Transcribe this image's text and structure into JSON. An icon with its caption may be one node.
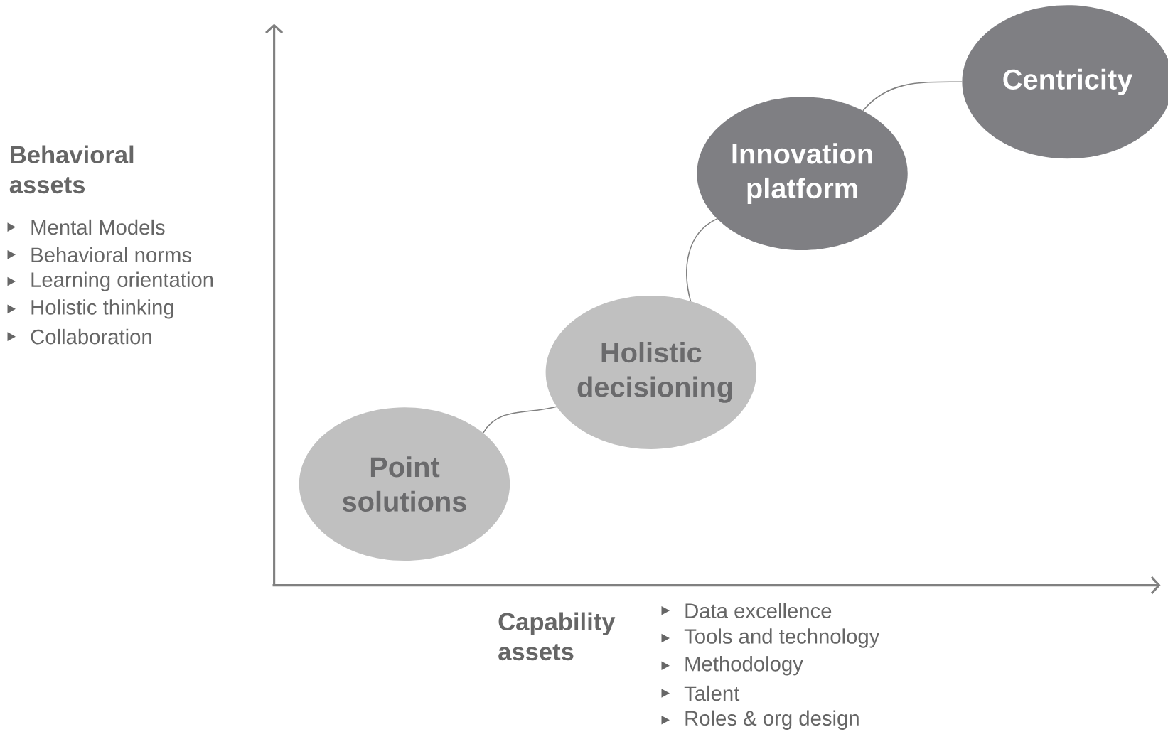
{
  "diagram": {
    "nodes": [
      {
        "text": [
          "Point solutions"
        ]
      },
      {
        "text": [
          "Holistic decisioning"
        ]
      },
      {
        "text": [
          "Innovation platform"
        ]
      },
      {
        "text": [
          "Centricity"
        ]
      }
    ],
    "edges": [
      {
        "from": 0,
        "to": 1,
        "arrow": "none"
      },
      {
        "from": 1,
        "to": 2,
        "arrow": "none"
      },
      {
        "from": 2,
        "to": 3,
        "arrow": "none"
      }
    ],
    "labels": [
      "Behavioral assets",
      "Mental Models",
      "Behavioral norms",
      "Learning orientation",
      "Holistic thinking",
      "Collaboration",
      "Capability assets",
      "Data excellence",
      "Tools and technology",
      "Methodology",
      "Talent",
      "Roles & org design"
    ]
  }
}
